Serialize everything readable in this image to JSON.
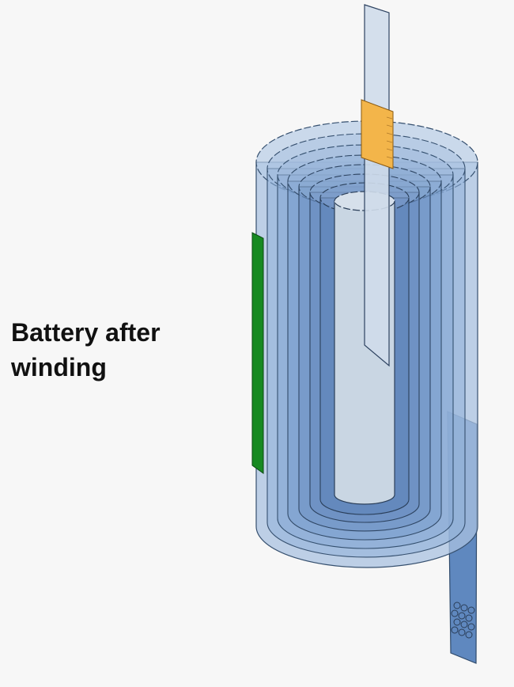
{
  "diagram": {
    "title_line1": "Battery after",
    "title_line2": "winding"
  },
  "colors": {
    "background": "#f7f7f7",
    "layer_fill": "#7ea2cf",
    "layer_stroke": "#36506f",
    "outer_fill": "#a9c2e0",
    "core_fill": "#c9d6e3",
    "top_tab_fill": "#cfdbea",
    "tab_weld": "#f3b54a",
    "bottom_tab_fill": "#5f88bf",
    "side_strip": "#188a22"
  },
  "parts": {
    "winding_layers": 7,
    "top_tab": "positive-tab",
    "bottom_tab": "negative-tab",
    "side_strip": "insulation-tape"
  }
}
